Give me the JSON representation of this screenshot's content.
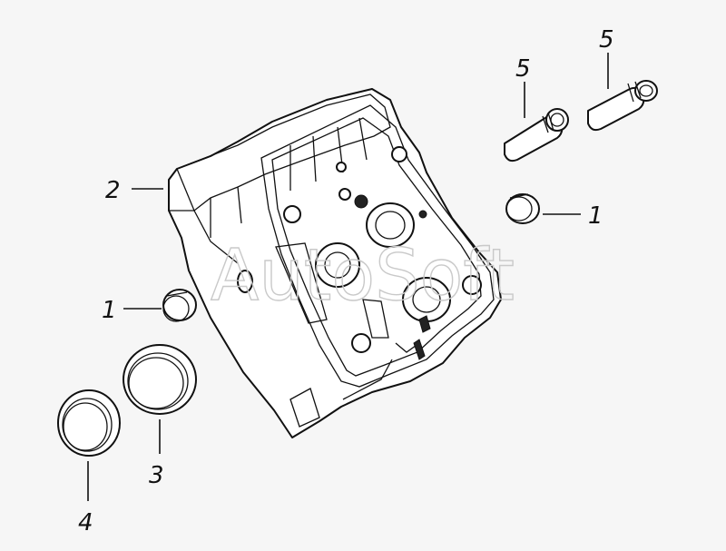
{
  "watermark": "AutoSoft",
  "callouts": [
    {
      "key": "c2",
      "text": "2"
    },
    {
      "key": "c1a",
      "text": "1"
    },
    {
      "key": "c1b",
      "text": "1"
    },
    {
      "key": "c5a",
      "text": "5"
    },
    {
      "key": "c5b",
      "text": "5"
    },
    {
      "key": "c3",
      "text": "3"
    },
    {
      "key": "c4",
      "text": "4"
    }
  ]
}
